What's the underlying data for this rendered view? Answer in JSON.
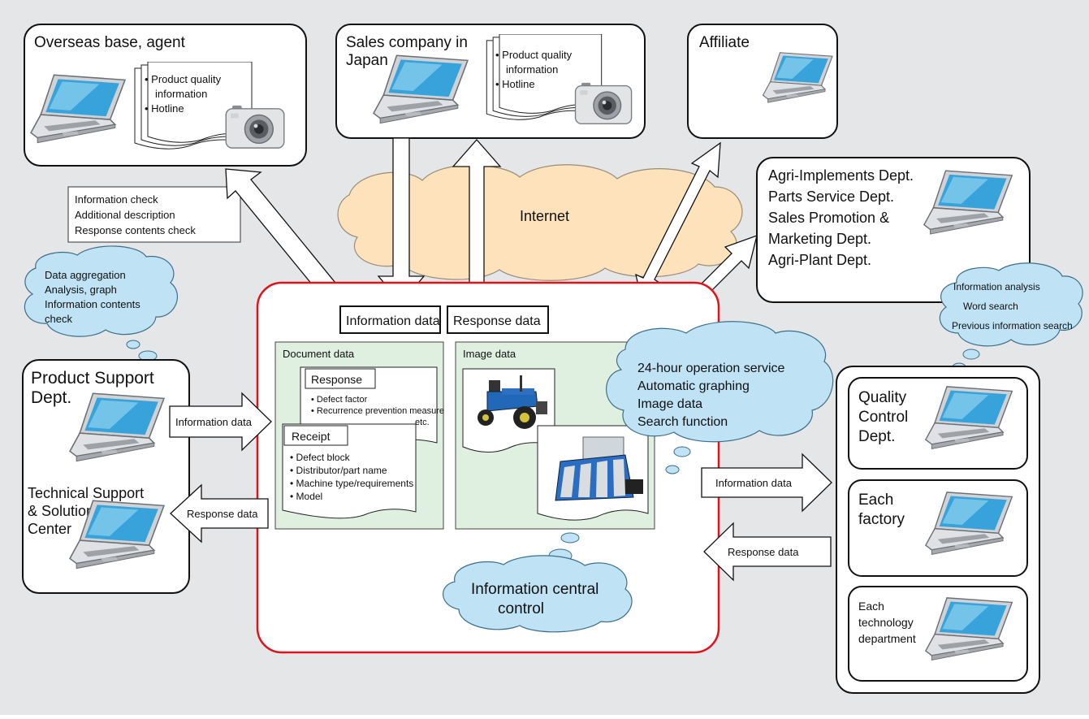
{
  "overseas": {
    "title": "Overseas base, agent",
    "doc_items": [
      "• Product quality",
      "information",
      "• Hotline"
    ]
  },
  "sales_japan": {
    "title_lines": [
      "Sales company in",
      "Japan"
    ],
    "doc_items": [
      "• Product quality",
      "information",
      "• Hotline"
    ]
  },
  "affiliate": {
    "title": "Affiliate"
  },
  "depts": {
    "lines": [
      "Agri-Implements Dept.",
      "Parts Service Dept.",
      "Sales Promotion &",
      "Marketing Dept.",
      "Agri-Plant Dept."
    ]
  },
  "internet": {
    "label": "Internet"
  },
  "info_check": {
    "lines": [
      "Information check",
      "Additional description",
      "Response contents check"
    ]
  },
  "bubble_aggregation": {
    "lines": [
      "Data aggregation",
      "Analysis, graph",
      "Information contents",
      "check"
    ]
  },
  "bubble_analysis": {
    "lines": [
      "Information analysis",
      "Word search",
      "Previous information search"
    ]
  },
  "product_support": {
    "title_lines": [
      "Product Support",
      "Dept."
    ],
    "tech_lines": [
      "Technical Support",
      "& Solution",
      "Center"
    ]
  },
  "arrows": {
    "information_data": "Information data",
    "response_data": "Response data"
  },
  "central": {
    "info_data_label": "Information data",
    "response_data_label": "Response data",
    "document_data": {
      "title": "Document data",
      "response_title": "Response",
      "response_items": [
        "• Defect factor",
        "• Recurrence prevention measure",
        "etc."
      ],
      "receipt_title": "Receipt",
      "receipt_items": [
        "• Defect block",
        "• Distributor/part name",
        "• Machine type/requirements",
        "• Model"
      ]
    },
    "image_data": {
      "title": "Image data"
    },
    "features_bubble": [
      "24-hour operation service",
      "Automatic graphing",
      "Image data",
      "Search function"
    ],
    "central_bubble": [
      "Information central",
      "control"
    ]
  },
  "right_group": {
    "qc": [
      "Quality",
      "Control",
      "Dept."
    ],
    "factory": [
      "Each",
      "factory"
    ],
    "tech": [
      "Each",
      "technology",
      "department"
    ]
  },
  "colors": {
    "background": "#e5e6e8",
    "central_border": "#e0121b",
    "green_panel": "#dff0e0",
    "bubble_blue": "#bfe2f4",
    "internet_cloud": "#fde2bc",
    "laptop_screen": "#3aa6dc"
  }
}
